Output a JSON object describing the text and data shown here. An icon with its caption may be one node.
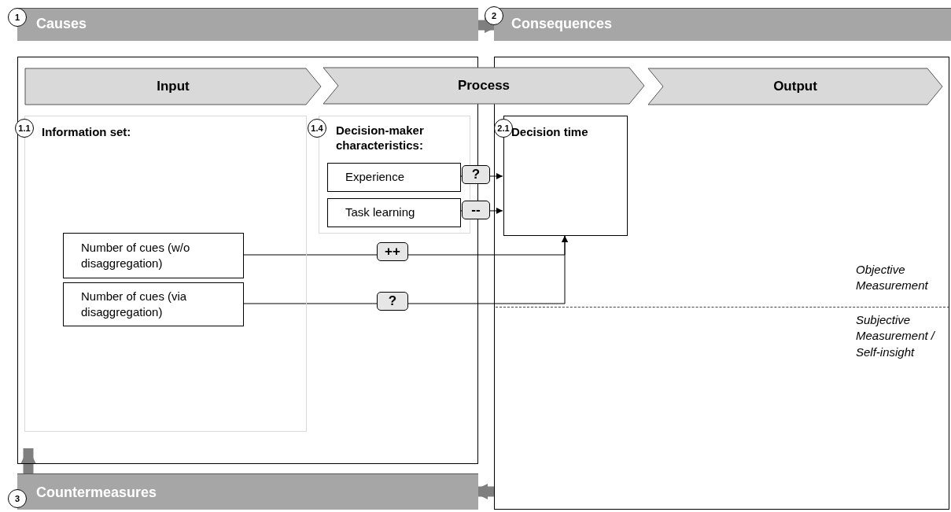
{
  "diagram": {
    "nodes": [
      {
        "text": [
          "1",
          "Causes"
        ]
      },
      {
        "text": [
          "2",
          "Consequences"
        ]
      },
      {
        "text": [
          "3",
          "Countermeasures"
        ]
      },
      {
        "text": [],
        "shape": "box"
      },
      {
        "text": [],
        "shape": "box"
      },
      {
        "text": [
          "Input"
        ],
        "in": 3
      },
      {
        "text": [
          "Process"
        ]
      },
      {
        "text": [
          "Output"
        ],
        "in": 4
      },
      {
        "text": [
          "1.1",
          "Information set:"
        ],
        "in": 3
      },
      {
        "text": [
          "1.4",
          "Decision-maker characteristics:"
        ],
        "in": 3
      },
      {
        "text": [
          "Experience"
        ],
        "in": 9
      },
      {
        "text": [
          "Task learning"
        ],
        "in": 9
      },
      {
        "text": [
          "Number of cues (w/o disaggregation)"
        ],
        "in": 8
      },
      {
        "text": [
          "Number of cues (via disaggregation)"
        ],
        "in": 8
      },
      {
        "text": [
          "2.1",
          "Decision time"
        ],
        "in": 4
      }
    ],
    "edges": [
      {
        "from": 10,
        "to": 14,
        "arrow": "to",
        "label": "?"
      },
      {
        "from": 11,
        "to": 14,
        "arrow": "to",
        "label": "--"
      },
      {
        "from": 12,
        "to": 14,
        "arrow": "to",
        "label": "++"
      },
      {
        "from": 13,
        "to": 14,
        "arrow": "to",
        "label": "?"
      },
      {
        "from": 0,
        "to": 1,
        "arrow": "to",
        "style": "thick",
        "color": "#7f7f7f"
      },
      {
        "from": 4,
        "to": 2,
        "arrow": "to",
        "style": "thick",
        "color": "#7f7f7f"
      },
      {
        "from": 2,
        "to": 3,
        "arrow": "to",
        "style": "thick",
        "color": "#7f7f7f"
      }
    ],
    "labels": [
      "Objective Measurement",
      "Subjective Measurement / Self-insight"
    ]
  }
}
